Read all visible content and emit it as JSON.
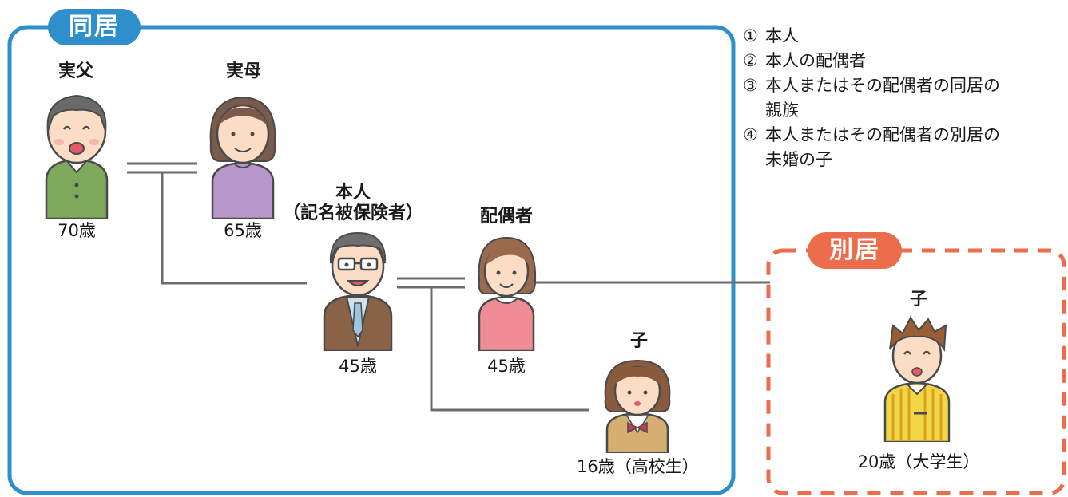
{
  "doukyo": {
    "tab_label": "同居",
    "father": {
      "label": "実父",
      "age": "70歳"
    },
    "mother": {
      "label": "実母",
      "age": "65歳"
    },
    "self": {
      "label_line1": "本人",
      "label_line2": "（記名被保険者）",
      "age": "45歳"
    },
    "spouse": {
      "label": "配偶者",
      "age": "45歳"
    },
    "child": {
      "label": "子",
      "age": "16歳（高校生）"
    }
  },
  "bekkyo": {
    "tab_label": "別居",
    "child": {
      "label": "子",
      "age": "20歳（大学生）"
    }
  },
  "legend": [
    {
      "num": "①",
      "line1": "本人",
      "line2": ""
    },
    {
      "num": "②",
      "line1": "本人の配偶者",
      "line2": ""
    },
    {
      "num": "③",
      "line1": "本人またはその配偶者の同居の",
      "line2": "親族"
    },
    {
      "num": "④",
      "line1": "本人またはその配偶者の別居の",
      "line2": "未婚の子"
    }
  ],
  "colors": {
    "doukyo_accent": "#2e8fcb",
    "bekkyo_accent": "#ec6d4c",
    "connector": "#6b6b6b"
  },
  "icons": {
    "father": "elderly-man-figure",
    "mother": "elderly-woman-figure",
    "self": "man-with-glasses-figure",
    "spouse": "woman-figure",
    "child_hs": "schoolgirl-figure",
    "child_univ": "young-man-figure"
  }
}
